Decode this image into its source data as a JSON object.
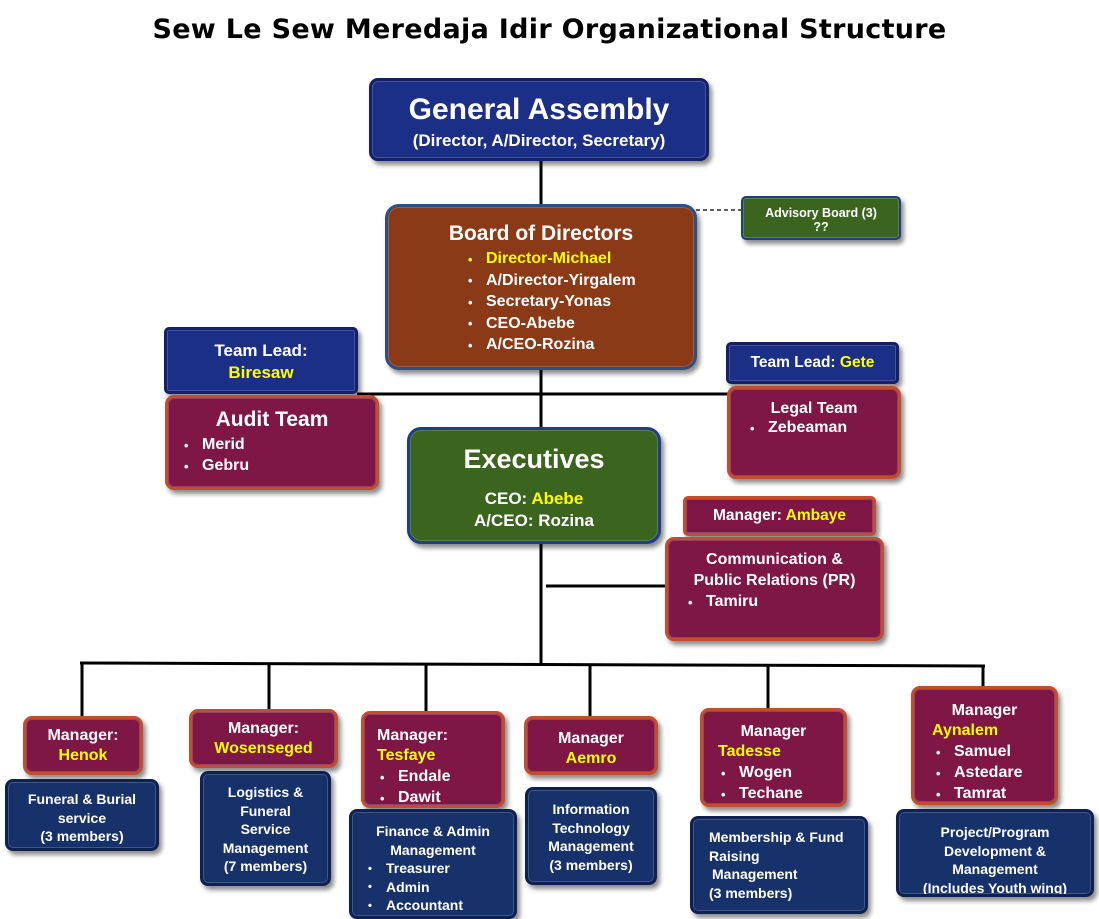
{
  "title": "Sew Le Sew Meredaja Idir Organizational Structure",
  "general_assembly": {
    "title": "General Assembly",
    "subtitle": "(Director, A/Director, Secretary)"
  },
  "board": {
    "title": "Board of Directors",
    "members": [
      "Director-Michael",
      "A/Director-Yirgalem",
      "Secretary-Yonas",
      "CEO-Abebe",
      "A/CEO-Rozina"
    ]
  },
  "advisory": {
    "line1": "Advisory Board (3)",
    "line2": "??"
  },
  "audit": {
    "lead_label": "Team Lead:",
    "lead_name": "Biresaw",
    "title": "Audit Team",
    "members": [
      "Merid",
      "Gebru"
    ]
  },
  "legal": {
    "lead_label": "Team Lead:",
    "lead_name": "Gete",
    "title": "Legal Team",
    "members": [
      "Zebeaman"
    ]
  },
  "executives": {
    "title": "Executives",
    "ceo_label": "CEO:",
    "ceo_name": "Abebe",
    "acting_ceo": "A/CEO: Rozina"
  },
  "pr": {
    "manager_label": "Manager:",
    "manager_name": "Ambaye",
    "title_line1": "Communication &",
    "title_line2": "Public Relations (PR)",
    "members": [
      "Tamiru"
    ]
  },
  "departments": [
    {
      "manager_label": "Manager:",
      "manager_name": "Henok",
      "members": [],
      "unit": [
        "Funeral & Burial",
        "service",
        "(3 members)"
      ]
    },
    {
      "manager_label": "Manager:",
      "manager_name": "Wosenseged",
      "members": [],
      "unit": [
        "Logistics &",
        "Funeral",
        "Service",
        "Management",
        "(7 members)"
      ]
    },
    {
      "manager_label": "Manager:",
      "manager_name": "Tesfaye",
      "members": [
        "Endale",
        "Dawit"
      ],
      "unit": [
        "Finance & Admin",
        "Management"
      ],
      "unit_items": [
        "Treasurer",
        "Admin",
        "Accountant"
      ]
    },
    {
      "manager_label": "Manager",
      "manager_name": "Aemro",
      "members": [],
      "unit": [
        "Information",
        "Technology",
        "Management",
        "(3 members)"
      ]
    },
    {
      "manager_label": "Manager",
      "manager_name": "Tadesse",
      "members": [
        "Wogen",
        "Techane"
      ],
      "unit": [
        "Membership & Fund",
        "Raising",
        "Management",
        "(3 members)"
      ]
    },
    {
      "manager_label": "Manager",
      "manager_name": "Aynalem",
      "members": [
        "Samuel",
        "Astedare",
        "Tamrat"
      ],
      "unit": [
        "Project/Program",
        "Development &",
        "Management",
        "(Includes Youth wing)"
      ]
    }
  ],
  "colors": {
    "navy": "#1b2f86",
    "maroon": "#7e1646",
    "brown": "#8a3a16",
    "green": "#3b651f",
    "highlight": "#ffff00",
    "connector": "#000000"
  }
}
